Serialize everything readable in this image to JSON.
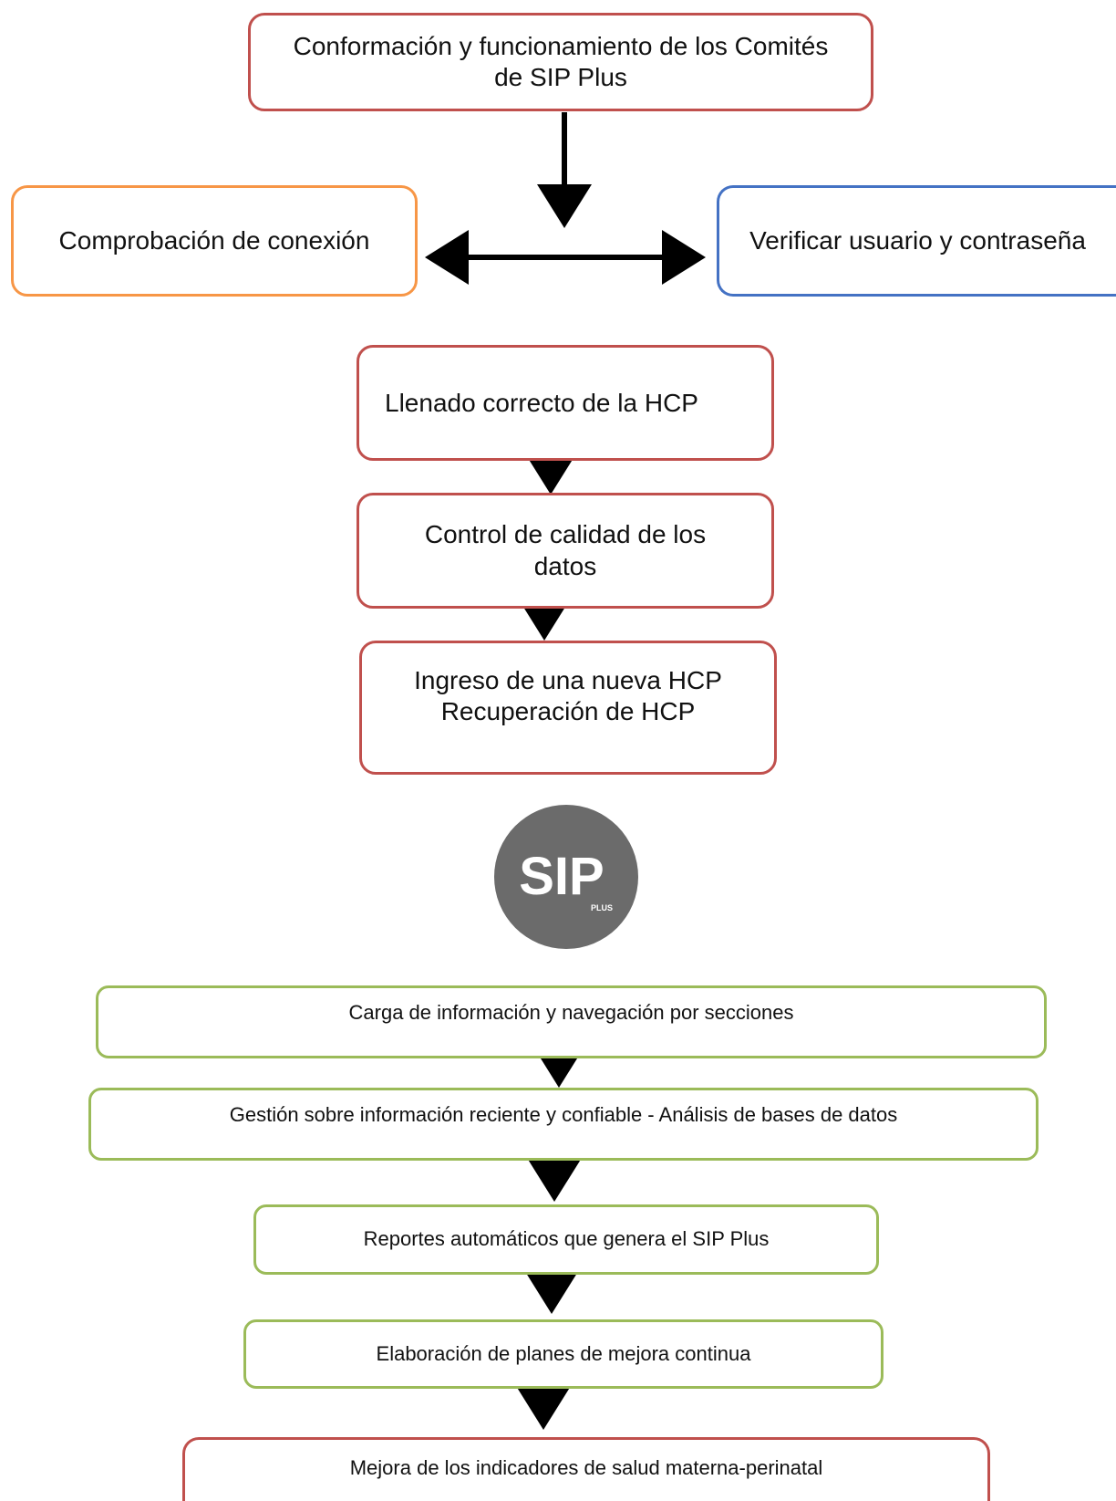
{
  "colors": {
    "red": "#c0504d",
    "orange": "#f79646",
    "blue": "#4472c4",
    "green": "#9bbb59",
    "logo_bg": "#6b6b6b"
  },
  "top": {
    "title_line1": "Conformación y funcionamiento de los Comités",
    "title_line2": "de SIP Plus",
    "left_box": "Comprobación de conexión",
    "right_box": "Verificar usuario y contraseña"
  },
  "middle": {
    "step1": "Llenado correcto de la HCP",
    "step2_line1": "Control de calidad de los",
    "step2_line2": "datos",
    "step3_line1": "Ingreso de una nueva HCP",
    "step3_line2": "Recuperación de HCP"
  },
  "logo": {
    "icon": "sip-plus-logo",
    "text": "SIP",
    "subtext": "PLUS"
  },
  "bottom": {
    "step1": "Carga de información y navegación por secciones",
    "step2": "Gestión sobre información reciente y confiable - Análisis de bases de datos",
    "step3": "Reportes automáticos que genera el SIP Plus",
    "step4": "Elaboración de planes de mejora continua",
    "step5": "Mejora de los indicadores de salud materna-perinatal"
  }
}
